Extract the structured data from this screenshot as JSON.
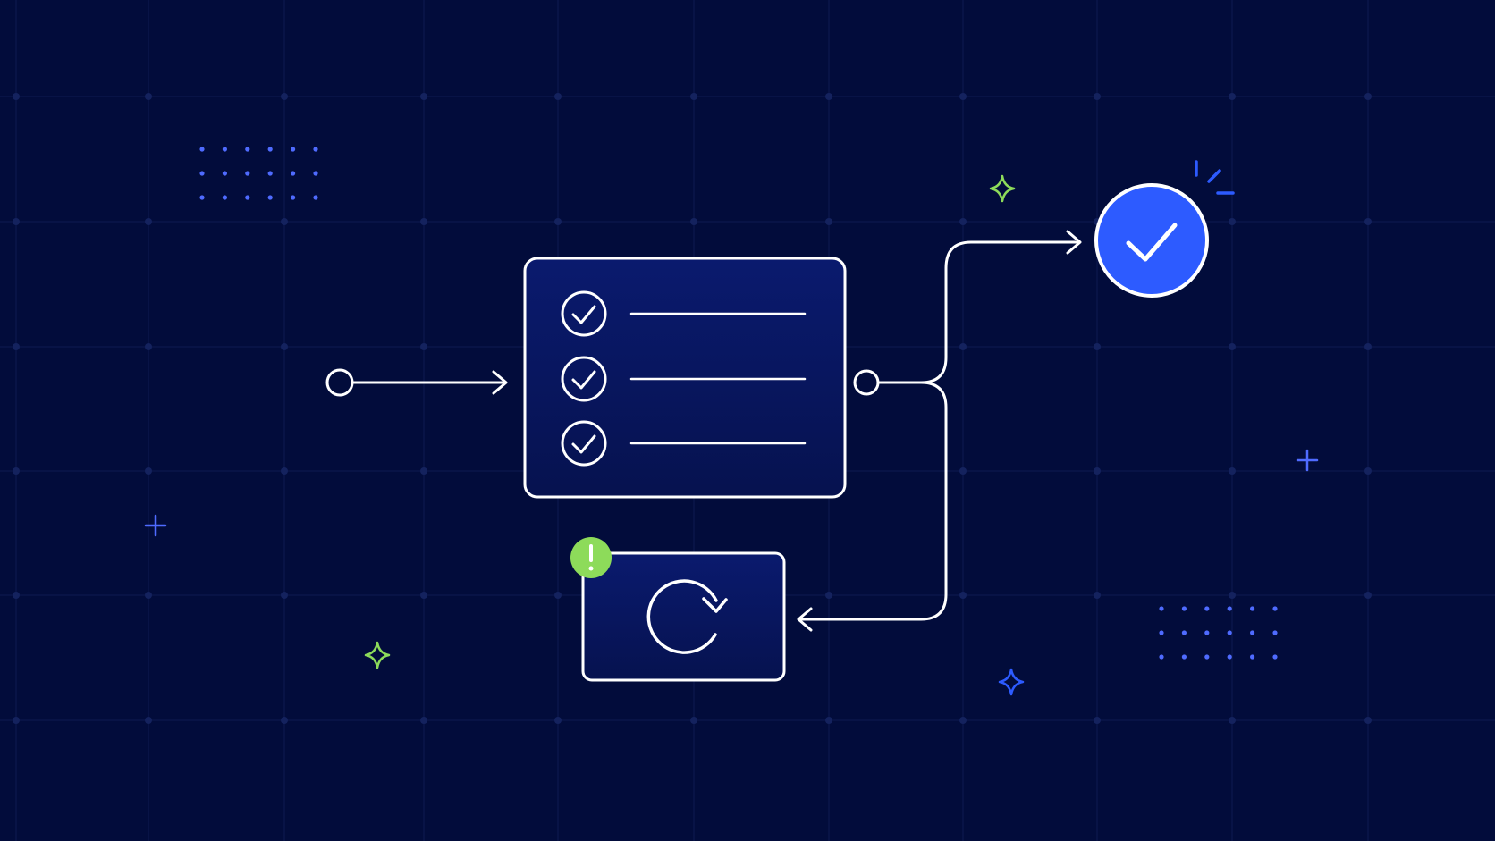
{
  "colors": {
    "background": "#020c3b",
    "grid": "#0d1a52",
    "grid_node": "#14225e",
    "stroke": "#ffffff",
    "card_fill_top": "#0a1a6e",
    "card_fill_bottom": "#06124f",
    "accent_blue": "#2d5bff",
    "accent_blue_light": "#4f6bff",
    "accent_green": "#8ddb5a"
  },
  "checklist": {
    "items": [
      {
        "state": "checked"
      },
      {
        "state": "checked"
      },
      {
        "state": "checked"
      }
    ]
  },
  "retry_box": {
    "icon": "refresh-icon",
    "badge_icon": "exclamation-icon"
  },
  "success_node": {
    "icon": "check-icon"
  },
  "decorations": {
    "sparkles": [
      "green",
      "green",
      "blue"
    ],
    "crosses": 2,
    "dot_grids": 2
  }
}
